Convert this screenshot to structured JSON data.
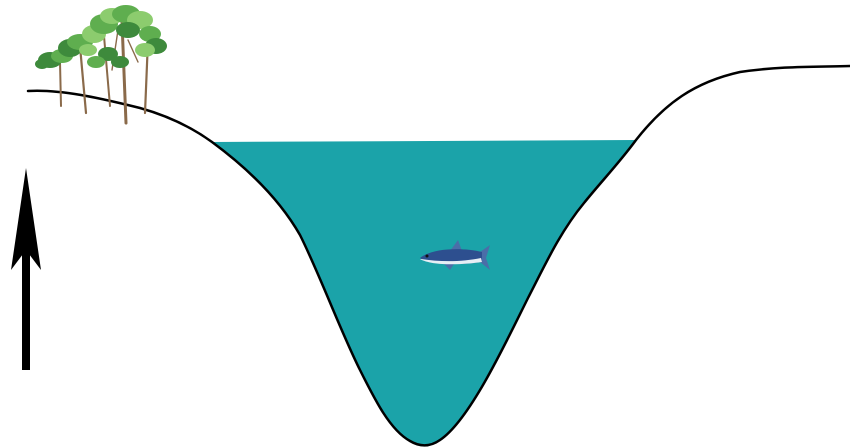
{
  "scene": {
    "elements": [
      "terrain-outline",
      "water-body",
      "tree-cluster",
      "fish",
      "up-arrow"
    ],
    "colors": {
      "background": "#ffffff",
      "water": "#1ba3a9",
      "terrain_line": "#000000",
      "arrow": "#000000",
      "foliage_dark": "#3e8a3c",
      "foliage_mid": "#5fae4f",
      "foliage_light": "#8ccc6e",
      "trunk": "#8a6a4a",
      "fish_back": "#2d4f8f",
      "fish_belly": "#e6eef5",
      "fish_fin": "#4a6ea8"
    },
    "icons": {
      "trees": "tree-cluster-icon",
      "fish": "fish-icon",
      "arrow": "up-arrow-icon"
    }
  }
}
